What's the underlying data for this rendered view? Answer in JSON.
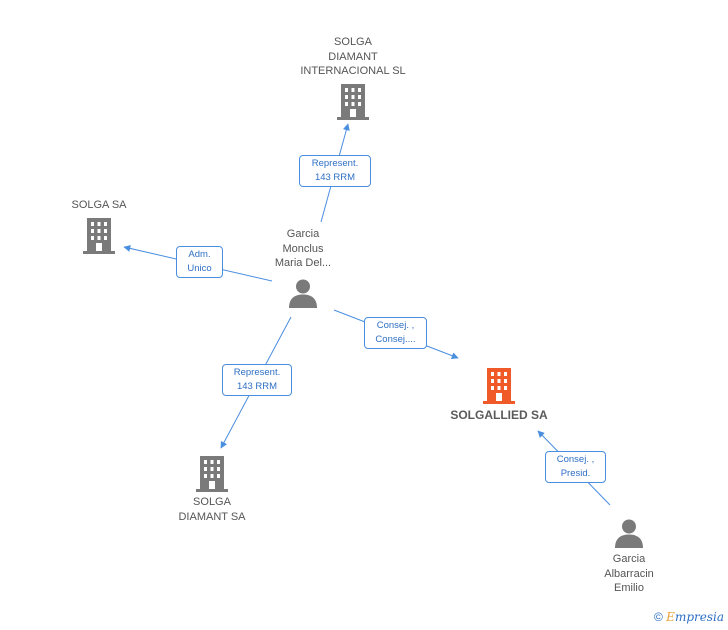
{
  "nodes": {
    "solga_diamant_internacional": {
      "lines": [
        "SOLGA",
        "DIAMANT",
        "INTERNACIONAL SL"
      ],
      "icon": "building-icon",
      "color": "#7a7a7a"
    },
    "solga_sa": {
      "lines": [
        "SOLGA SA"
      ],
      "icon": "building-icon",
      "color": "#7a7a7a"
    },
    "garcia_monclus": {
      "lines": [
        "Garcia",
        "Monclus",
        "Maria Del..."
      ],
      "icon": "person-icon",
      "color": "#7a7a7a"
    },
    "solgallied": {
      "lines": [
        "SOLGALLIED SA"
      ],
      "icon": "building-icon",
      "color": "#f05a28"
    },
    "solga_diamant": {
      "lines": [
        "SOLGA",
        "DIAMANT SA"
      ],
      "icon": "building-icon",
      "color": "#7a7a7a"
    },
    "garcia_albarracin": {
      "lines": [
        "Garcia",
        "Albarracin",
        "Emilio"
      ],
      "icon": "person-icon",
      "color": "#7a7a7a"
    }
  },
  "relations": {
    "to_internacional": [
      "Represent.",
      "143 RRM"
    ],
    "to_solga_sa": [
      "Adm.",
      "Unico"
    ],
    "to_solgallied": [
      "Consej. ,",
      "Consej...."
    ],
    "to_solga_diamant": [
      "Represent.",
      "143 RRM"
    ],
    "albarracin_to_solgallied": [
      "Consej. ,",
      "Presid."
    ]
  },
  "footer": {
    "copyright": "©",
    "brand_first": "E",
    "brand_rest": "mpresia"
  },
  "colors": {
    "edge": "#4a8ee0",
    "label_text": "#2e6fc4"
  }
}
